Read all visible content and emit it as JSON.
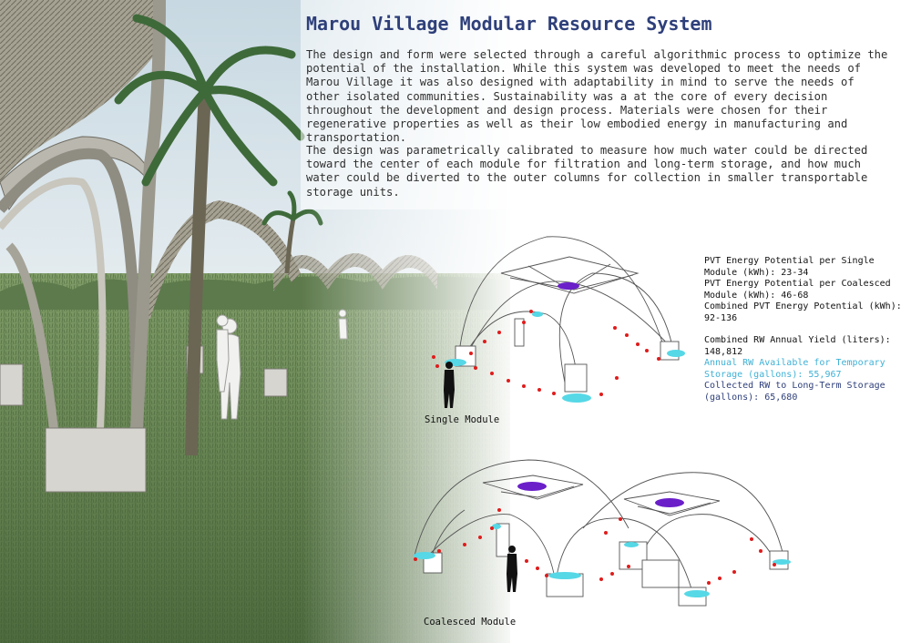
{
  "title": "Marou Village Modular Resource System",
  "paragraphs": [
    "The design and form were selected through a careful algorithmic process to optimize the potential of the installation. While this system was developed to meet the needs of Marou Village it was also designed with adaptability in mind to serve the needs of other isolated communities. Sustainability was a at the core of every decision throughout the development and design process. Materials were chosen for their regenerative properties as well as their low embodied energy in manufacturing and transportation.",
    "The design was parametrically calibrated to measure how much water could be directed toward the center of each module for filtration and long-term storage, and how much water could be diverted to the outer columns for collection in smaller transportable storage units."
  ],
  "stats": {
    "pvt_single": "PVT Energy Potential per Single Module (kWh): 23-34",
    "pvt_coalesced": "PVT Energy Potential per Coalesced Module (kWh): 46-68",
    "pvt_combined": "Combined PVT Energy Potential (kWh): 92-136",
    "rw_yield": "Combined RW Annual Yield (liters): 148,812",
    "rw_temporary": "Annual RW Available for Temporary Storage (gallons): 55,967",
    "rw_longterm": "Collected RW to Long-Term Storage (gallons): 65,680"
  },
  "captions": {
    "single": "Single Module",
    "coalesced": "Coalesced Module"
  },
  "colors": {
    "title": "#2e3f7a",
    "temporary": "#3fb1d6",
    "longterm": "#2e3f7a",
    "rain_drop": "#e01b1b",
    "collector": "#56d8e6",
    "storage": "#6a1fc9"
  }
}
